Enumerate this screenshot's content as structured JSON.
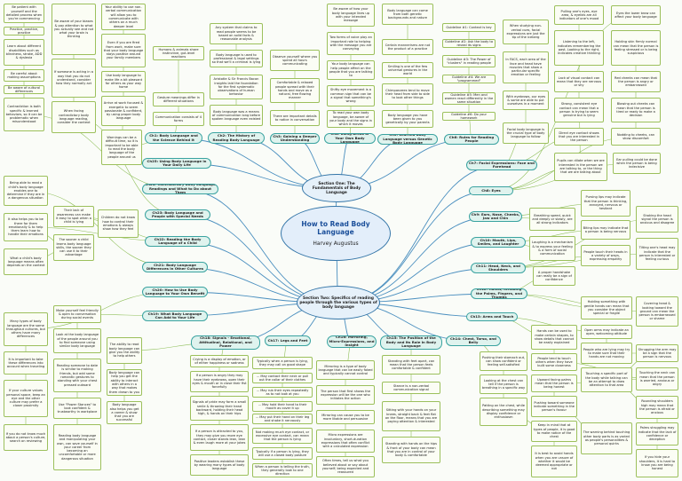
{
  "root": {
    "title": "How to Read Body Language",
    "author": "Harvey Augustus"
  },
  "sections": [
    {
      "id": "s1",
      "label": "Section One: The Fundamentals of Body Language"
    },
    {
      "id": "s2",
      "label": "Section Two: Specifics of reading people through the various types of body language"
    }
  ],
  "chapters": [
    {
      "id": "c1",
      "label": "Ch1: Body Language and the Science Behind It"
    },
    {
      "id": "c2",
      "label": "Ch2: The History of Reading Body Language"
    },
    {
      "id": "c3",
      "label": "Ch3: Gaining a Deeper Understanding"
    },
    {
      "id": "c4",
      "label": "Ch4: Using Areas of Your Own Body Language"
    },
    {
      "id": "c5",
      "label": "Ch5: Learned Body Language versus Genetic Body Language"
    },
    {
      "id": "c6",
      "label": "Ch6: Rules for Reading People"
    },
    {
      "id": "c7",
      "label": "Ch7: Facial Expressions: Face and Forehead"
    },
    {
      "id": "c8",
      "label": "Ch8: Eyes"
    },
    {
      "id": "c9",
      "label": "Ch9: Ears, Nose, Cheeks, Jaw and Chin"
    },
    {
      "id": "c10",
      "label": "Ch10: Mouth, Lips, Smiles, and Laughter"
    },
    {
      "id": "c11",
      "label": "Ch11: Head, Neck, and Shoulders"
    },
    {
      "id": "c12",
      "label": "Ch12: Hands, Including the Palms, Fingers, and Thumbs"
    },
    {
      "id": "c13",
      "label": "Ch13: Arms and Touch"
    },
    {
      "id": "c14",
      "label": "Ch14: Chest, Torso, and Belly"
    },
    {
      "id": "c15",
      "label": "Ch15: The Position of the Body and Its Role in Body Language"
    },
    {
      "id": "c16",
      "label": "Ch16: Mirroring, Micro-Expressions, and Insight"
    },
    {
      "id": "c17",
      "label": "Ch17: Legs and Feet"
    },
    {
      "id": "c18",
      "label": "Ch18: Signals - Emotional, Attitudinal, Relational, and Power"
    },
    {
      "id": "c19",
      "label": "Ch19: What Body Language Can Add to Your Life"
    },
    {
      "id": "c20",
      "label": "Ch20: How to Use Body Language to Your Own Benefit"
    },
    {
      "id": "c21",
      "label": "Ch21: Body Language Differences in Other Cultures"
    },
    {
      "id": "c22",
      "label": "Ch22: Reading the Body Language of a Child"
    },
    {
      "id": "c23",
      "label": "Ch23: Body Language and People with Special Needs"
    },
    {
      "id": "c24",
      "label": "Ch24: Contradictory Body Language Readings and What to Do about Them"
    },
    {
      "id": "c25",
      "label": "Ch25: Using Body Language in Your Daily Life"
    }
  ],
  "notes": {
    "n1": "Be patient with yourself and the detailed process when you're commencing",
    "n2": "Practice, practice, practice",
    "n3": "Learn about different disabilities such as blindness, stroke, ADD & dyslexia",
    "n4": "Be careful about making assumptions",
    "n5": "Be aware of cultural differences",
    "n6": "Contradiction is both specific & learned behaviors, so it can be problematic when misunderstood",
    "n7": "Be aware of your biases & pay attention to what you actually see and not what your brain is thinking",
    "n8": "If someone is acting in a way that you do not understand, consider how they normally act",
    "n9": "When facing contradictory body language reading, consider the context",
    "n10": "Your ability to use non-verbal communication will allow you to communicate with others on a much deeper level",
    "n11": "Even if you are fired from work, make sure that your body language stays positive around your family members",
    "n12": "Use body language to make life a bit pleasant for others as your way home",
    "n13": "Arrive at work focused & energetic to seem passionate & confident, by using proper body language",
    "n14": "Warnings can be a difficult time, so it is important to be able to read the body language of the people around us",
    "n15": "Humans & animals share instinctive, gut-level reactions",
    "n16": "Gesture meanings differ in different situations",
    "n17": "Communication consists of 4 forms",
    "n18": "Any system that claims to read people seems to be based on solid facts & reasonable analysis",
    "n19": "Body language is used to professional & legal settings so that we'll a criminal is lying",
    "n20": "Aristotle & Sir Francis Bacon insights laid the foundation for the first systematic observations of human behavior",
    "n21": "Body language was a means of communication long before spoken language even existed",
    "n22": "Observe yourself where you spend all hours communicating",
    "n23": "Comfortable & relaxed people spread with their hands and move as a natural, free flowing manner",
    "n24": "There are important details to notice in conversation",
    "n25": "Be aware of how your body language lines up with your intended message",
    "n26": "Two forms of voice play an important role to helping with the message you are conveying",
    "n27": "Your body language can help people affect on the people that you are talking to",
    "n28": "Shifty eye movement is a common sign that can be a signal that something's wrong",
    "n29": "To read your own body language, be aware of your body and the signs in which it moves",
    "n30": "Body language can come from both genetic backgrounds and nature",
    "n31": "Certain mannerisms are not the product of a practice",
    "n32": "Smiling is one of the few universal gestures in the world",
    "n33": "Chimpanzees tend to move their head from side to side to look other things",
    "n34": "Body language you have been given to you genetically by your parents",
    "n35": "Guideline #1: Context is key",
    "n36": "Guideline #2: Ask the body to reveal its signs",
    "n37": "Guideline #3: The Power of \"clusters\" in reading people",
    "n38": "Guideline #4: We are \"programmed\"",
    "n39": "Guideline #5: Men and women react differently in the same situation",
    "n40": "Guideline #6: Do your homework",
    "n41": "When studying non-verbal cues, facial expressions are just the tip of the iceberg",
    "n42": "In FACS, each area of the face and head have muscles that show a particular specific emotion or feeling",
    "n43": "With eyebrows, our eyes & some are able to put ourselves in a moment",
    "n44": "Facial body language is the crucial type of body language to follow",
    "n45": "Pulling one's eyes, eye area, & eyelids are all indicators of one's mood",
    "n46": "Eyes the lower brow can affect your body language",
    "n47": "Listening to the left, indicates remembering the past, Looking to the right, indicates creative thinking",
    "n48": "Holding skin firmly normal can mean that the person is feeling stressed or is being suspicious",
    "n49": "Lack of visual contact can mean that they are nervous or shy",
    "n50": "Red cheeks can mean that the person is angry or embarrassed",
    "n51": "Strong, consistent eye contact can mean that a person is trying to seem genuine but is lying",
    "n52": "Blowing out cheeks can mean that the person is tired or ready to make a decision",
    "n53": "Direct eye contact shows that you are interested in the person",
    "n54": "Nodding to cheeks, can show discomfort",
    "n55": "Pupils can dilate when we are interested in the person we are talking to, or the thing that we are talking about",
    "n56": "Ear pulling could be done when the person is being indecisive",
    "n57": "Breathing speed, quick and deeply or slowly, are all strong indicators",
    "n58": "Pursing lips may indicate that the person is thinking, annoyed, nervous or hesitant",
    "n59": "Laughing is a mechanism & to express your feeling & a form of social communication",
    "n60": "Biting lips may indicate that a person is being nervous",
    "n61": "Shaking the head signal the person is anxious and disagree",
    "n62": "People touch their heads in a variety of ways, expressing empathy",
    "n63": "Tilting one's head may indicate that the person is interested or feeling curious",
    "n64": "A proper handshake can really be a sign of confidence",
    "n65": "Holding something with gentle hands can mean that you consider the object special or fragile",
    "n66": "Covering head & looking toward the ground can mean the person is embarrassed or shame",
    "n67": "Open arms may indicate an open, welcoming attitude",
    "n68": "Hands can be used to make certain shapes, to show details that cannot be easily explained",
    "n69": "People who are lying may try to make sure that their hands are not moving",
    "n70": "People tend to touch others when they have built some closeness",
    "n71": "Shrugging the arm may be a sign that the person is nervous",
    "n72": "Touching the neck can mean that the person is worried, anxious or angry",
    "n73": "Touching a specific part of the body while talking can be an attempt to draw attention to that area",
    "n74": "Upward facing palms mean that the person is being honest",
    "n75": "Rounding shoulders high may mean that the person is afraid or anxious",
    "n76": "Pushing toward someone indicate something in the person's favour",
    "n77": "Palms struggling may indicate that the lack of confidence or deception",
    "n78": "The warning behind touching other body parts is as varied as people's personalities & personal quirks",
    "n79": "If you hide your shoulders, it is hard to know you are being honest",
    "n80": "Pushing their stomach out, can show confident or feeling self-satisfied",
    "n81": "Looking at the chest can tell if the person is breathing in a specific way",
    "n82": "Patting on the chest, while describing something may display confidence or enthusiasm",
    "n83": "It is best to avoid hands when you are unsure of whether it would be deemed appropriate or not",
    "n84": "Keep in mind that at types of people, it is good to make notice of the chest",
    "n85": "Standing with feet apart, can mean that the person feels comfortable & confident",
    "n86": "Stance is a non-verbal communication signal",
    "n87": "Sitting with your hands on your knees, straight back & feet flat on the floor, means that you are paying attention & interested",
    "n88": "Standing with hands on the hips & front of your body can mean that you are in control of your body & comfortable",
    "n89": "Mirroring is a type of body language that can be easily faked and typically cannot control",
    "n90": "The person that first shows the expression will be the one who initiates the action",
    "n91": "Mirroring can cause you to be more likable and persuasive",
    "n92": "Micro expressions are involuntary, short-duration expressions that often conflict with a calculated expression",
    "n93": "Often times, tell us what you believed about or say about yourself; being expected and reassured",
    "n94": "Typically when a person is lying, they may call on good shape",
    "n95": "... May contact their neck or pull out the collar of their clothes",
    "n96": "... May rub their eyes repeatedly as to not look at you",
    "n97": "... May hold their hand to their mouth as cover it up",
    "n98": "... May put their hand on their leg and shake it nervously",
    "n99": "Not making much eye contact, or excessive eye contact, can mean that the person is lying",
    "n100": "Typically if a person is lying, they will use a closed body posture",
    "n101": "When a person is telling the truth, they generally look to one direction",
    "n102": "Crying is a display of emotion, or of either happiness or sadness",
    "n103": "If a person is angry they may have their eyebrows, open their eyes & mouth or in close their fist forcefully",
    "n104": "Signals of pride may form a small smile & throwing their head backward, holding their head high, & hands on their hips",
    "n105": "If a person is attracted to you, they may give you more eye contact, closer stands lean, lean & even laugh more at your jokes",
    "n106": "Positive leaders establish these by wearing many types of body language",
    "n107": "Many types of body language are the same throughout cultures, but others have many differences",
    "n108": "It is important to take these differences into account when traveling",
    "n109": "If your culture values personal space, keep an eye and the other culture may prefer a closer proximity",
    "n110": "If you do not know much about a person's culture, search on reviewing",
    "n111": "Make yourself feel friendly & open to conversation during social events",
    "n112": "Look at the body language of the people around you to find someone using similar body language",
    "n113": "Reading someone to date is similar to making friends, but add some romantic gestures to standing with your chest pressed outward",
    "n114": "Use \"Power Stances\" to look confident & trustworthy in workplace",
    "n115": "Reading body language and manipulating your own, can save yourself in your career from becoming an uncomfortable or more dangerous situation",
    "n116": "The ability to read body language can give you the ability to help others",
    "n117": "Body language can help you get the ability to interact with others in a way that makes them drawn to you",
    "n118": "Body language also helps you get a career & show that you are successful",
    "n119": "Being able to read a child's body language enables one to determine if they are in a dangerous situation",
    "n120": "Their lack of awareness can make it easy to spot when a child is lying",
    "n121": "Children do not know how to control their emotions & always show how they feel",
    "n122": "It also helps you to be there for them emotionally & to help them learn how to handle their emotions",
    "n123": "The sooner a child learns body language skills, the sooner they can use it to their advantage",
    "n124": "What a child's body language means often depends on the context"
  },
  "links": [
    [
      "root",
      "s1"
    ],
    [
      "root",
      "s2"
    ],
    [
      "s1",
      "c1"
    ],
    [
      "s1",
      "c2"
    ],
    [
      "s1",
      "c3"
    ],
    [
      "s1",
      "c4"
    ],
    [
      "s1",
      "c5"
    ],
    [
      "s1",
      "c6"
    ],
    [
      "s1",
      "c25"
    ],
    [
      "s2",
      "c7"
    ],
    [
      "s2",
      "c8"
    ],
    [
      "s2",
      "c9"
    ],
    [
      "s2",
      "c10"
    ],
    [
      "s2",
      "c11"
    ],
    [
      "s2",
      "c12"
    ],
    [
      "s2",
      "c13"
    ],
    [
      "s2",
      "c14"
    ],
    [
      "s2",
      "c15"
    ],
    [
      "s2",
      "c16"
    ],
    [
      "s2",
      "c17"
    ],
    [
      "s2",
      "c18"
    ],
    [
      "s2",
      "c19"
    ],
    [
      "s2",
      "c20"
    ],
    [
      "s2",
      "c21"
    ],
    [
      "s2",
      "c22"
    ],
    [
      "s2",
      "c23"
    ],
    [
      "s2",
      "c24"
    ],
    [
      "c1",
      "n14"
    ],
    [
      "n14",
      "n13"
    ],
    [
      "n13",
      "n12"
    ],
    [
      "n12",
      "n11"
    ],
    [
      "n11",
      "n10"
    ],
    [
      "c1",
      "n17"
    ],
    [
      "n17",
      "n16"
    ],
    [
      "n16",
      "n15"
    ],
    [
      "c2",
      "n21"
    ],
    [
      "n21",
      "n20"
    ],
    [
      "n20",
      "n19"
    ],
    [
      "n19",
      "n18"
    ],
    [
      "c3",
      "n24"
    ],
    [
      "n24",
      "n23"
    ],
    [
      "n23",
      "n22"
    ],
    [
      "c4",
      "n29"
    ],
    [
      "n29",
      "n28"
    ],
    [
      "n28",
      "n27"
    ],
    [
      "n27",
      "n26"
    ],
    [
      "n26",
      "n25"
    ],
    [
      "c5",
      "n34"
    ],
    [
      "n34",
      "n33"
    ],
    [
      "n33",
      "n32"
    ],
    [
      "n32",
      "n31"
    ],
    [
      "n31",
      "n30"
    ],
    [
      "c6",
      "n40"
    ],
    [
      "n40",
      "n39"
    ],
    [
      "n39",
      "n38"
    ],
    [
      "n38",
      "n37"
    ],
    [
      "n37",
      "n36"
    ],
    [
      "n36",
      "n35"
    ],
    [
      "c7",
      "n44"
    ],
    [
      "n44",
      "n43"
    ],
    [
      "n43",
      "n42"
    ],
    [
      "n42",
      "n41"
    ],
    [
      "c7",
      "n53"
    ],
    [
      "c8",
      "n55"
    ],
    [
      "n55",
      "n51"
    ],
    [
      "n51",
      "n49"
    ],
    [
      "n49",
      "n47"
    ],
    [
      "n47",
      "n45"
    ],
    [
      "c8",
      "n46"
    ],
    [
      "c8",
      "n54"
    ],
    [
      "n54",
      "n52"
    ],
    [
      "n52",
      "n50"
    ],
    [
      "n50",
      "n48"
    ],
    [
      "c8",
      "n56"
    ],
    [
      "c9",
      "n57"
    ],
    [
      "c9",
      "n58"
    ],
    [
      "c10",
      "n59"
    ],
    [
      "c10",
      "n60"
    ],
    [
      "c11",
      "n61"
    ],
    [
      "c11",
      "n62"
    ],
    [
      "c11",
      "n63"
    ],
    [
      "c12",
      "n64"
    ],
    [
      "c12",
      "n65"
    ],
    [
      "c12",
      "n66"
    ],
    [
      "c13",
      "n68"
    ],
    [
      "n68",
      "n70"
    ],
    [
      "n70",
      "n72"
    ],
    [
      "n72",
      "n74"
    ],
    [
      "n74",
      "n76"
    ],
    [
      "n76",
      "n78"
    ],
    [
      "c13",
      "n67"
    ],
    [
      "n67",
      "n69"
    ],
    [
      "n69",
      "n71"
    ],
    [
      "n71",
      "n73"
    ],
    [
      "n73",
      "n75"
    ],
    [
      "n75",
      "n77"
    ],
    [
      "n77",
      "n79"
    ],
    [
      "c14",
      "n80"
    ],
    [
      "n80",
      "n81"
    ],
    [
      "n81",
      "n82"
    ],
    [
      "n82",
      "n84"
    ],
    [
      "n84",
      "n83"
    ],
    [
      "c15",
      "n85"
    ],
    [
      "n85",
      "n86"
    ],
    [
      "n86",
      "n87"
    ],
    [
      "n87",
      "n88"
    ],
    [
      "c16",
      "n89"
    ],
    [
      "n89",
      "n90"
    ],
    [
      "n90",
      "n91"
    ],
    [
      "n91",
      "n92"
    ],
    [
      "n92",
      "n93"
    ],
    [
      "c17",
      "n94"
    ],
    [
      "n94",
      "n95"
    ],
    [
      "n95",
      "n96"
    ],
    [
      "n96",
      "n97"
    ],
    [
      "n97",
      "n98"
    ],
    [
      "n98",
      "n99"
    ],
    [
      "n99",
      "n100"
    ],
    [
      "n100",
      "n101"
    ],
    [
      "c18",
      "n102"
    ],
    [
      "n102",
      "n103"
    ],
    [
      "n103",
      "n104"
    ],
    [
      "n104",
      "n105"
    ],
    [
      "n105",
      "n106"
    ],
    [
      "c18",
      "n116"
    ],
    [
      "n116",
      "n117"
    ],
    [
      "n117",
      "n118"
    ],
    [
      "c19",
      "n111"
    ],
    [
      "n111",
      "n112"
    ],
    [
      "n112",
      "n113"
    ],
    [
      "n113",
      "n114"
    ],
    [
      "n114",
      "n115"
    ],
    [
      "c20",
      "n107"
    ],
    [
      "n107",
      "n108"
    ],
    [
      "n108",
      "n109"
    ],
    [
      "n109",
      "n110"
    ],
    [
      "c21",
      "n119"
    ],
    [
      "c22",
      "n120"
    ],
    [
      "n120",
      "n121"
    ],
    [
      "c22",
      "n122"
    ],
    [
      "n122",
      "n123"
    ],
    [
      "n123",
      "n124"
    ],
    [
      "c23",
      "n9"
    ],
    [
      "n9",
      "n8"
    ],
    [
      "n8",
      "n7"
    ],
    [
      "c24",
      "n6"
    ],
    [
      "n6",
      "n5"
    ],
    [
      "n5",
      "n4"
    ],
    [
      "n4",
      "n3"
    ],
    [
      "n3",
      "n2"
    ],
    [
      "n2",
      "n1"
    ]
  ]
}
